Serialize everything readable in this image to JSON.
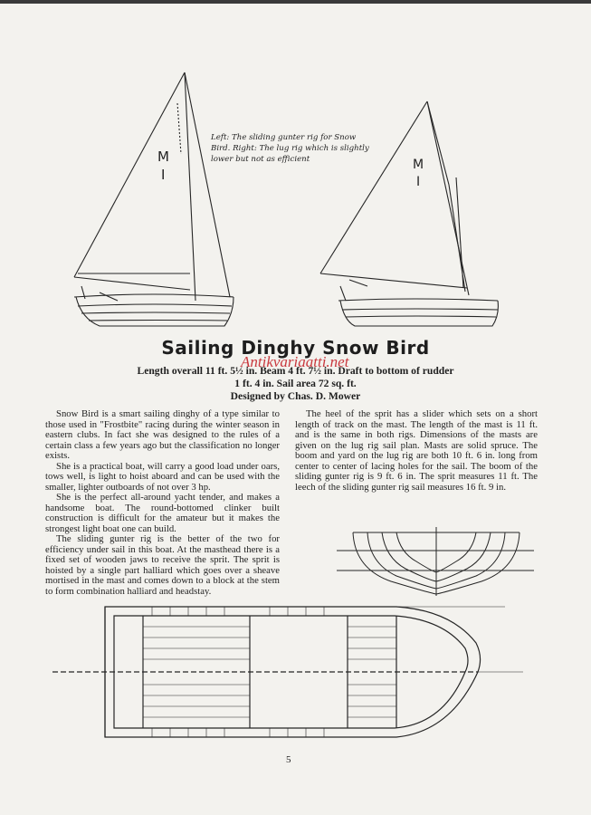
{
  "caption": "Left: The sliding gunter rig for Snow Bird. Right: The lug rig which is slightly lower but not as efficient",
  "sail_mark": "M I",
  "watermark": "Antikvariaatti.net",
  "title": "Sailing Dinghy Snow Bird",
  "specs": {
    "line1": "Length overall 11 ft. 5½ in. Beam 4 ft. 7½ in. Draft to bottom of rudder",
    "line2": "1 ft. 4 in. Sail area 72 sq. ft.",
    "line3": "Designed by Chas. D. Mower"
  },
  "left_column": [
    "Snow Bird is a smart sailing dinghy of a type similar to those used in \"Frostbite\" racing during the winter season in eastern clubs. In fact she was designed to the rules of a certain class a few years ago but the classification no longer exists.",
    "She is a practical boat, will carry a good load under oars, tows well, is light to hoist aboard and can be used with the smaller, lighter outboards of not over 3 hp.",
    "She is the perfect all-around yacht tender, and makes a handsome boat. The round-bottomed clinker built construction is difficult for the amateur but it makes the strongest light boat one can build.",
    "The sliding gunter rig is the better of the two for efficiency under sail in this boat. At the masthead there is a fixed set of wooden jaws to receive the sprit. The sprit is hoisted by a single part halliard which goes over a sheave mortised in the mast and comes down to a block at the stem to form combination halliard and headstay."
  ],
  "right_column": [
    "The heel of the sprit has a slider which sets on a short length of track on the mast. The length of the mast is 11 ft. and is the same in both rigs. Dimensions of the masts are given on the lug rig sail plan. Masts are solid spruce. The boom and yard on the lug rig are both 10 ft. 6 in. long from center to center of lacing holes for the sail. The boom of the sliding gunter rig is 9 ft. 6 in. The sprit measures 11 ft. The leech of the sliding gunter rig sail measures 16 ft. 9 in."
  ],
  "page_number": "5"
}
